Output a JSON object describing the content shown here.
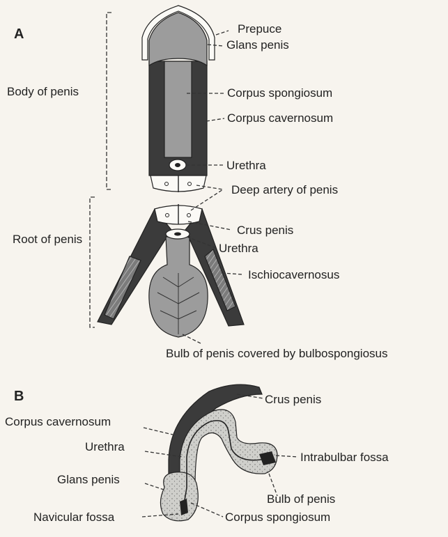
{
  "panels": {
    "a": {
      "letter": "A",
      "regions": {
        "body": "Body of penis",
        "root": "Root of penis"
      },
      "labels": {
        "prepuce": "Prepuce",
        "glans_penis": "Glans penis",
        "corpus_spongiosum": "Corpus spongiosum",
        "corpus_cavernosum": "Corpus cavernosum",
        "urethra": "Urethra",
        "deep_artery": "Deep artery of penis",
        "crus_penis": "Crus penis",
        "urethra_root": "Urethra",
        "ischiocavernosus": "Ischiocavernosus",
        "bulb": "Bulb of penis covered by bulbospongiosus"
      }
    },
    "b": {
      "letter": "B",
      "labels": {
        "crus_penis": "Crus penis",
        "corpus_cavernosum": "Corpus cavernosum",
        "urethra": "Urethra",
        "intrabulbar_fossa": "Intrabulbar fossa",
        "glans_penis": "Glans penis",
        "bulb_of_penis": "Bulb of penis",
        "navicular_fossa": "Navicular fossa",
        "corpus_spongiosum": "Corpus spongiosum"
      }
    }
  }
}
